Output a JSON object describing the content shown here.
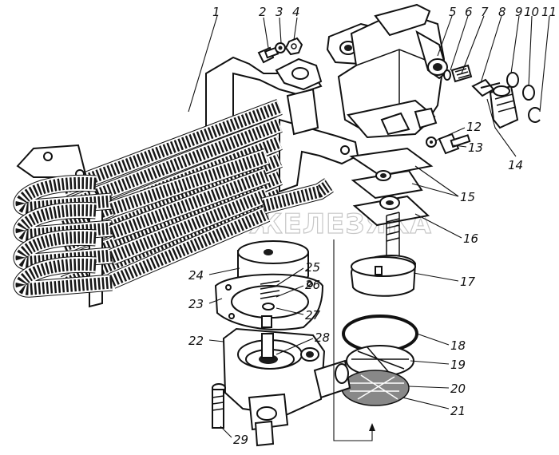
{
  "watermark": "ПЛАНЕТА ЖЕЛЕЗЯКА",
  "callouts": [
    {
      "id": "1",
      "label": "1"
    },
    {
      "id": "2",
      "label": "2"
    },
    {
      "id": "3",
      "label": "3"
    },
    {
      "id": "4",
      "label": "4"
    },
    {
      "id": "5",
      "label": "5"
    },
    {
      "id": "6",
      "label": "6"
    },
    {
      "id": "7",
      "label": "7"
    },
    {
      "id": "8",
      "label": "8"
    },
    {
      "id": "9",
      "label": "9"
    },
    {
      "id": "10",
      "label": "10"
    },
    {
      "id": "11",
      "label": "11"
    },
    {
      "id": "12",
      "label": "12"
    },
    {
      "id": "13",
      "label": "13"
    },
    {
      "id": "14",
      "label": "14"
    },
    {
      "id": "15",
      "label": "15"
    },
    {
      "id": "16",
      "label": "16"
    },
    {
      "id": "17",
      "label": "17"
    },
    {
      "id": "18",
      "label": "18"
    },
    {
      "id": "19",
      "label": "19"
    },
    {
      "id": "20",
      "label": "20"
    },
    {
      "id": "21",
      "label": "21"
    },
    {
      "id": "22",
      "label": "22"
    },
    {
      "id": "23",
      "label": "23"
    },
    {
      "id": "24",
      "label": "24"
    },
    {
      "id": "25",
      "label": "25"
    },
    {
      "id": "26",
      "label": "26"
    },
    {
      "id": "27",
      "label": "27"
    },
    {
      "id": "28",
      "label": "28"
    },
    {
      "id": "29",
      "label": "29"
    }
  ]
}
